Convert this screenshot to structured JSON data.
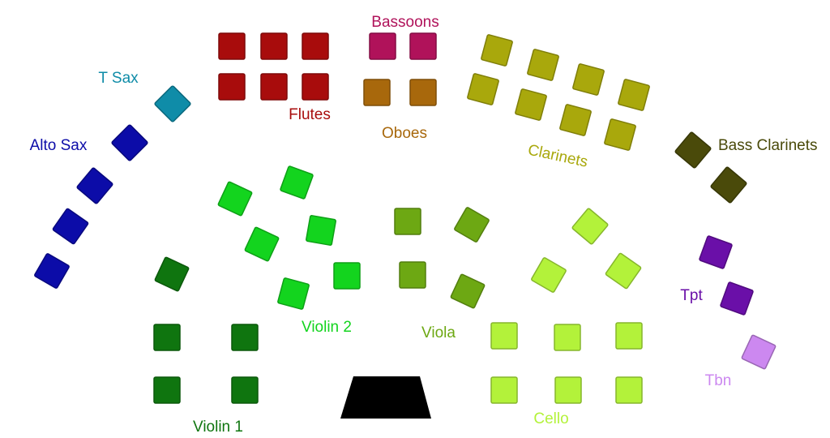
{
  "sections": [
    {
      "id": "flutes",
      "label": "Flutes",
      "color": "#a80c0c",
      "stroke": "#7e0909"
    },
    {
      "id": "bassoons",
      "label": "Bassoons",
      "color": "#b0125a",
      "stroke": "#840d44"
    },
    {
      "id": "oboes",
      "label": "Oboes",
      "color": "#a8680c",
      "stroke": "#7e4e09"
    },
    {
      "id": "clarinets",
      "label": "Clarinets",
      "color": "#a9a80c",
      "stroke": "#7f7e09"
    },
    {
      "id": "bass-clarinets",
      "label": "Bass Clarinets",
      "color": "#4a4a0a",
      "stroke": "#373707"
    },
    {
      "id": "t-sax",
      "label": "T Sax",
      "color": "#0f8ca8",
      "stroke": "#0b697e"
    },
    {
      "id": "alto-sax",
      "label": "Alto Sax",
      "color": "#0c0ca8",
      "stroke": "#09097e"
    },
    {
      "id": "violin-1",
      "label": "Violin 1",
      "color": "#0f750f",
      "stroke": "#0b580b"
    },
    {
      "id": "violin-2",
      "label": "Violin 2",
      "color": "#13d41e",
      "stroke": "#0e9f17"
    },
    {
      "id": "viola",
      "label": "Viola",
      "color": "#6da813",
      "stroke": "#527e0e"
    },
    {
      "id": "cello",
      "label": "Cello",
      "color": "#b3f23a",
      "stroke": "#86b62c"
    },
    {
      "id": "tpt",
      "label": "Tpt",
      "color": "#6a0fa8",
      "stroke": "#500b7e"
    },
    {
      "id": "tbn",
      "label": "Tbn",
      "color": "#cc88f0",
      "stroke": "#9966b4"
    }
  ],
  "podium": {
    "color": "#000000"
  }
}
